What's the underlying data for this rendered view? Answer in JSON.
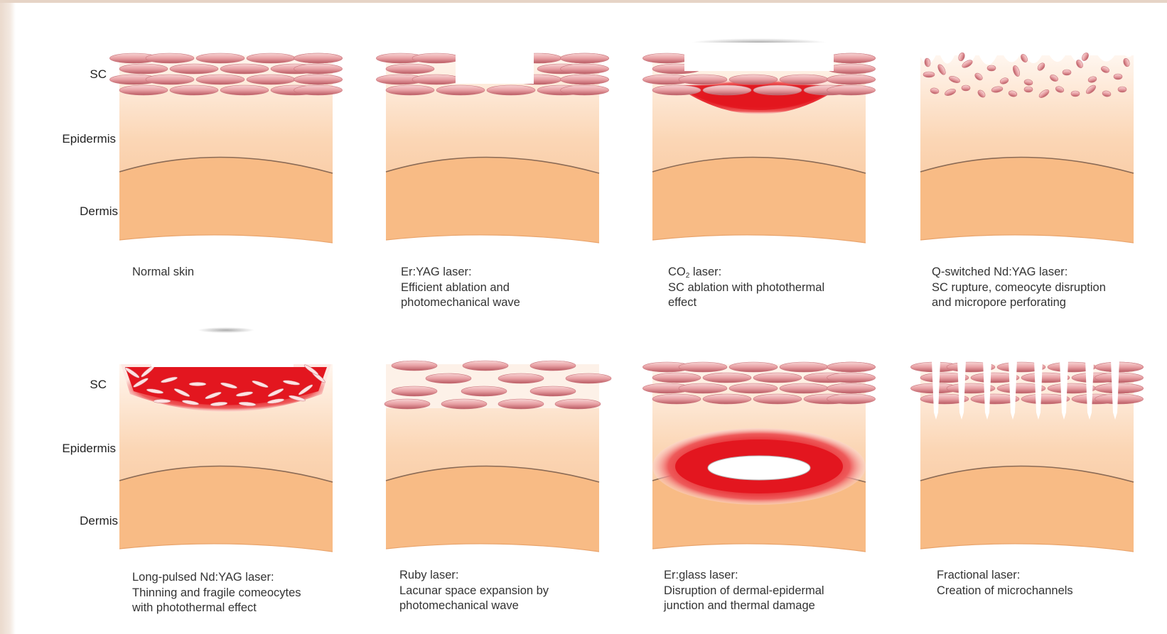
{
  "layer_labels": {
    "row1": {
      "sc": "SC",
      "epidermis": "Epidermis",
      "dermis": "Dermis"
    },
    "row2": {
      "sc": "SC",
      "epidermis": "Epidermis",
      "dermis": "Dermis"
    }
  },
  "colors": {
    "epidermis_top": "#fff6ef",
    "epidermis_bottom": "#f8c093",
    "dermis": "#f8bb85",
    "corneocyte": "#e8a0a4",
    "corneocyte_dark": "#b95a62",
    "thermal_red": "#e3161f"
  },
  "panels": [
    {
      "id": "normal-skin",
      "caption": {
        "line1": "Normal skin"
      }
    },
    {
      "id": "er-yag",
      "caption": {
        "line1": "Er:YAG laser:",
        "line2": "Efficient ablation and",
        "line3": "photomechanical wave"
      }
    },
    {
      "id": "co2",
      "caption": {
        "line1_pre": "CO",
        "line1_sub": "2",
        "line1_post": " laser:",
        "line2": "SC ablation with photothermal",
        "line3": "effect"
      }
    },
    {
      "id": "q-switched",
      "caption": {
        "line1": "Q-switched Nd:YAG laser:",
        "line2": "SC rupture, comeocyte disruption",
        "line3": "and micropore perforating"
      }
    },
    {
      "id": "long-pulsed",
      "caption": {
        "line1": "Long-pulsed Nd:YAG laser:",
        "line2": "Thinning and fragile comeocytes",
        "line3": "with photothermal effect"
      }
    },
    {
      "id": "ruby",
      "caption": {
        "line1": "Ruby laser:",
        "line2": "Lacunar space expansion by",
        "line3": "photomechanical wave"
      }
    },
    {
      "id": "er-glass",
      "caption": {
        "line1": "Er:glass laser:",
        "line2": "Disruption of dermal-epidermal",
        "line3": "junction and thermal damage"
      }
    },
    {
      "id": "fractional",
      "caption": {
        "line1": "Fractional laser:",
        "line2": "Creation of microchannels"
      }
    }
  ]
}
